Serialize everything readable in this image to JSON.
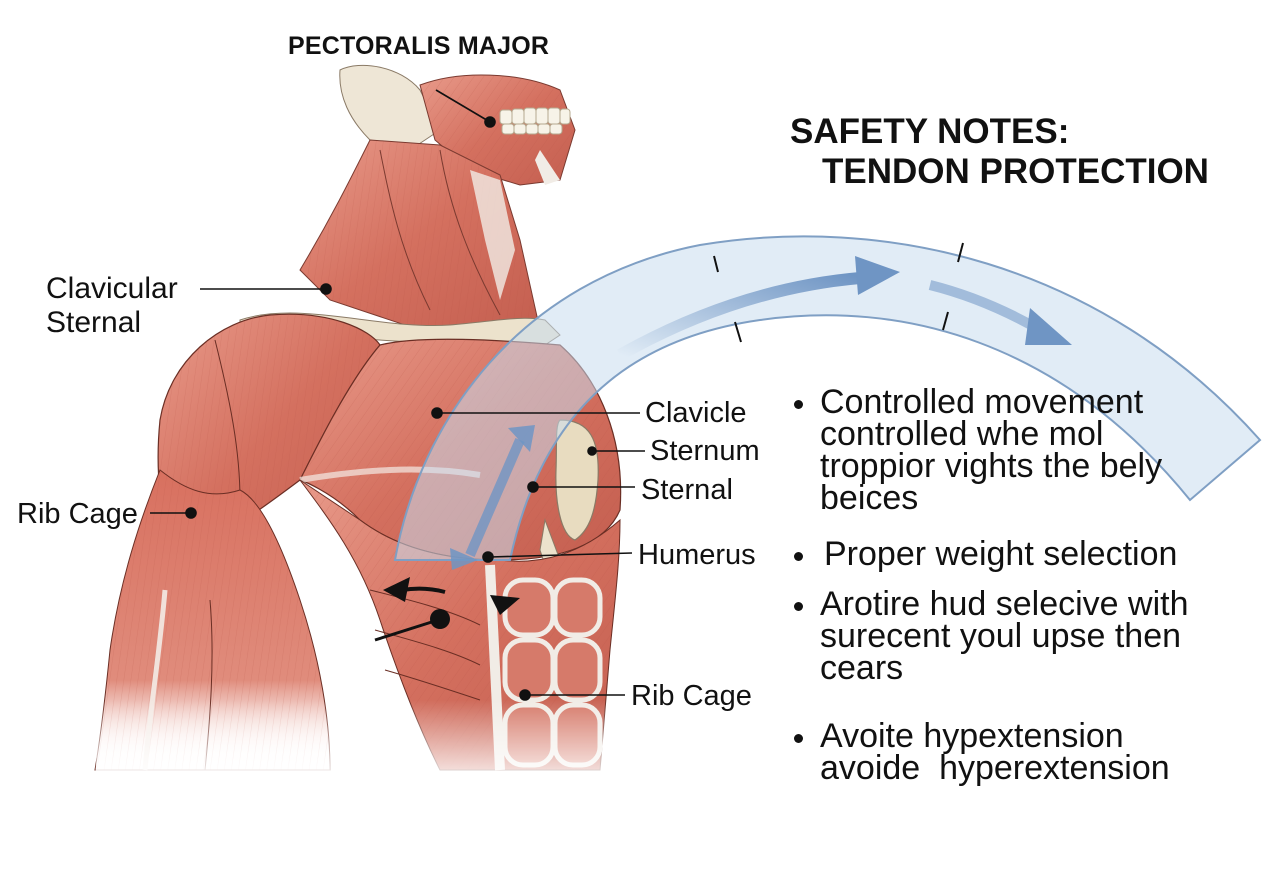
{
  "diagram": {
    "top_label": "PECTORALIS MAJOR",
    "title": {
      "line1": "SAFETY NOTES:",
      "line2": "TENDON PROTECTION"
    },
    "left_labels": {
      "clavicular": "Clavicular",
      "sternal": "Sternal",
      "rib_cage": "Rib Cage"
    },
    "right_labels": {
      "clavicle": "Clavicle",
      "sternum": "Sternum",
      "sternal": "Sternal",
      "humerus": "Humerus",
      "rib_cage": "Rib Cage"
    },
    "safety_notes": [
      {
        "lines": [
          "Controlled movement",
          "controlled whe mol",
          "troppior vights the bely",
          "beices"
        ]
      },
      {
        "lines": [
          "Proper weight selection"
        ]
      },
      {
        "lines": [
          "Arotire hud selecive with",
          "surecent youl upse then",
          "cears"
        ]
      },
      {
        "lines": [
          "Avoite hypextension",
          "avoide  hyperextension"
        ]
      }
    ],
    "colors": {
      "muscle": "#d9786a",
      "muscle_dark": "#b85446",
      "muscle_light": "#f0b4a6",
      "tendon": "#f1ece6",
      "bone": "#e8dcc0",
      "arc_fill": "#c9dcef",
      "arc_stroke": "#7f9fc4",
      "arrow_blue": "#6f95c4",
      "text": "#111111"
    }
  }
}
